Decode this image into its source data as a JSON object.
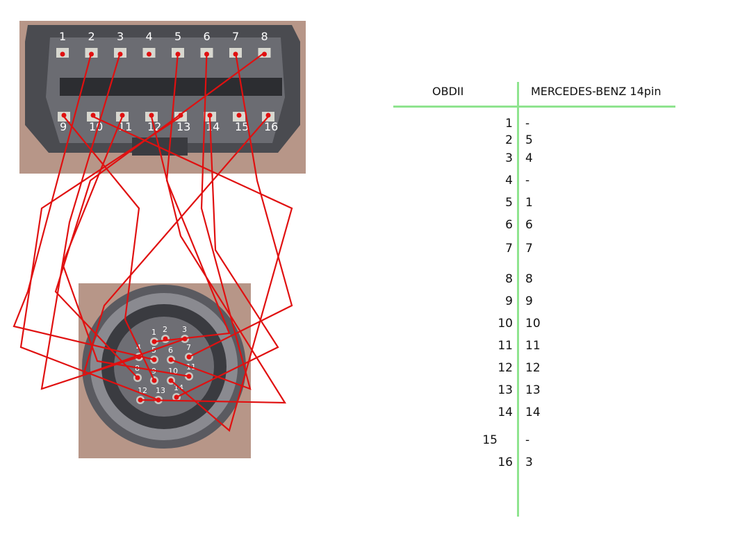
{
  "table": {
    "header_left": "OBDII",
    "header_right": "MERCEDES-BENZ  14pin",
    "rows": [
      {
        "obd": "1",
        "mb": "-"
      },
      {
        "obd": "2",
        "mb": "5"
      },
      {
        "obd": "3",
        "mb": "4"
      },
      {
        "obd": "4",
        "mb": "-"
      },
      {
        "obd": "5",
        "mb": "1"
      },
      {
        "obd": "6",
        "mb": "6"
      },
      {
        "obd": "7",
        "mb": "7"
      },
      {
        "obd": "8",
        "mb": "8"
      },
      {
        "obd": "9",
        "mb": "9"
      },
      {
        "obd": "10",
        "mb": "10"
      },
      {
        "obd": "11",
        "mb": "11"
      },
      {
        "obd": "12",
        "mb": "12"
      },
      {
        "obd": "13",
        "mb": "13"
      },
      {
        "obd": "14",
        "mb": "14"
      },
      {
        "obd": "15",
        "mb": "-"
      },
      {
        "obd": "16",
        "mb": "3"
      }
    ]
  },
  "obd_connector": {
    "top_row": [
      "1",
      "2",
      "3",
      "4",
      "5",
      "6",
      "7",
      "8"
    ],
    "bottom_row": [
      "9",
      "10",
      "11",
      "12",
      "13",
      "14",
      "15",
      "16"
    ]
  },
  "mb_connector": {
    "pins": [
      "1",
      "2",
      "3",
      "4",
      "5",
      "6",
      "7",
      "8",
      "9",
      "10",
      "11",
      "12",
      "13",
      "14"
    ]
  },
  "colors": {
    "wire": "#e01010",
    "divider": "#8fe48f",
    "connector_body": "#4a4b50",
    "skin": "#b79688"
  }
}
